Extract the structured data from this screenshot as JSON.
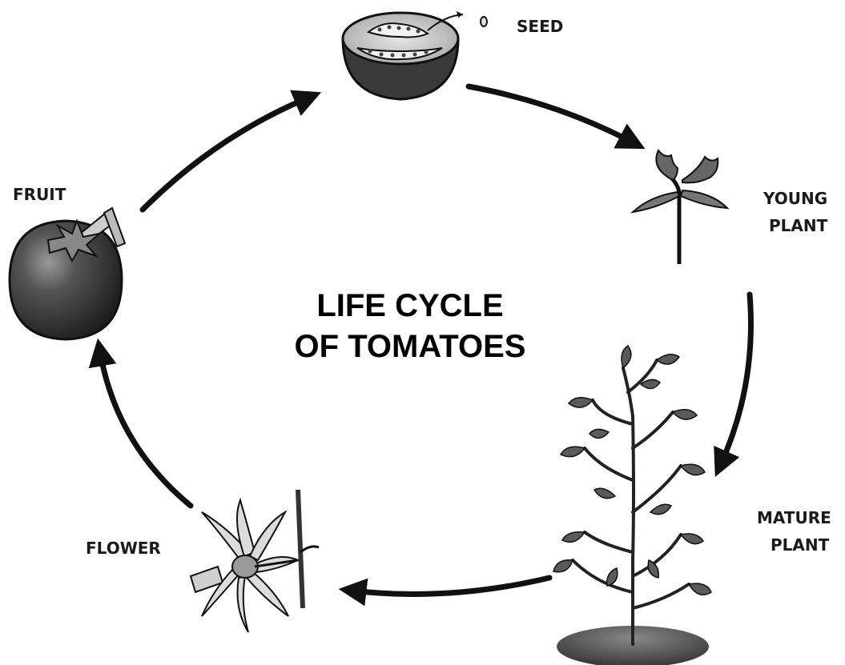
{
  "title": {
    "line1": "LIFE CYCLE",
    "line2": "OF TOMATOES"
  },
  "stages": {
    "seed": {
      "label": "SEED"
    },
    "young_plant": {
      "line1": "YOUNG",
      "line2": "PLANT"
    },
    "mature_plant": {
      "line1": "MATURE",
      "line2": "PLANT"
    },
    "flower": {
      "label": "FLOWER"
    },
    "fruit": {
      "label": "FRUIT"
    }
  },
  "colors": {
    "ink": "#111111",
    "fruit_fill": "#3c3c3c",
    "fruit_highlight": "#8a8a8a",
    "cut_flesh": "#d0d0d0",
    "leaf_fill": "#6e6e6e",
    "soil": "#4a4a4a",
    "flower_fill": "#d8d8d8",
    "arrow": "#111111"
  }
}
